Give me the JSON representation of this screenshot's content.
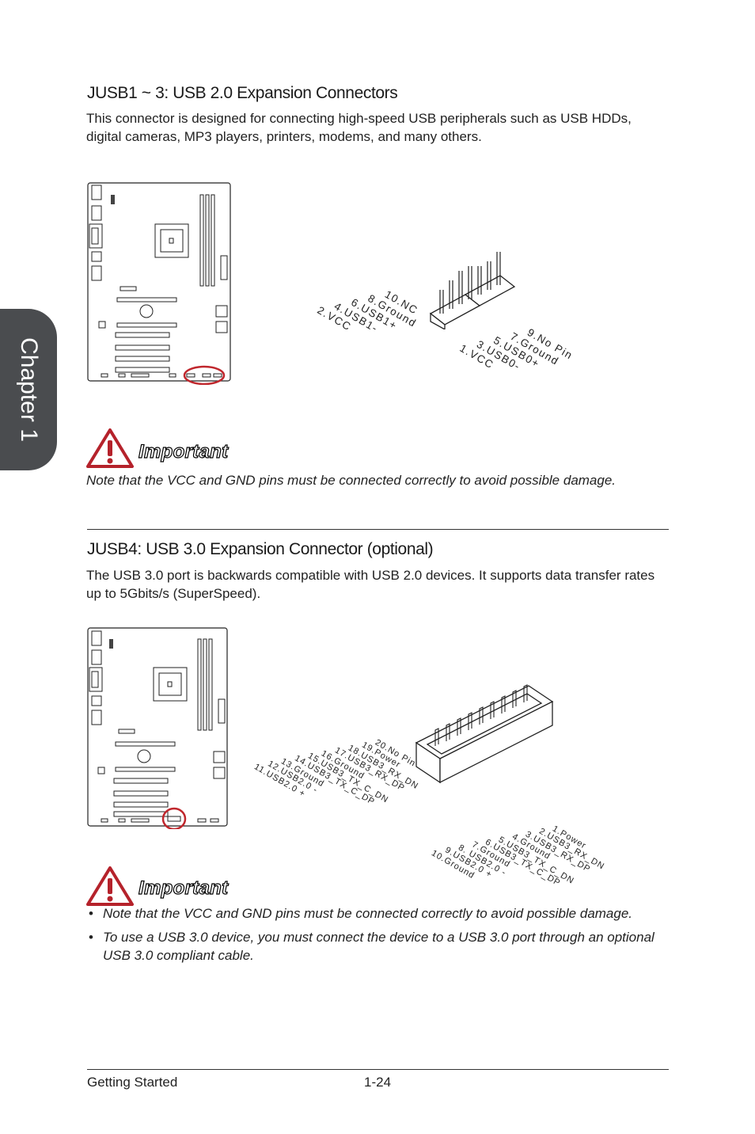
{
  "chapter_tab": "Chapter 1",
  "section1": {
    "heading": "JUSB1 ~ 3: USB 2.0 Expansion Connectors",
    "text": "This connector is designed for connecting high-speed USB peripherals such as USB HDDs, digital cameras, MP3 players, printers, modems, and many others.",
    "left_pins": [
      "10.NC",
      "8.Ground",
      "6.USB1+",
      "4.USB1-",
      "2.VCC"
    ],
    "right_pins": [
      "9.No Pin",
      "7.Ground",
      "5.USB0+",
      "3.USB0-",
      "1.VCC"
    ],
    "important_title": "Important",
    "important_text": "Note that the VCC and GND pins must be connected correctly to avoid possible damage."
  },
  "section2": {
    "heading": "JUSB4: USB 3.0 Expansion Connector (optional)",
    "text": "The USB 3.0 port is backwards compatible with USB 2.0 devices. It supports data transfer rates up to 5Gbits/s (SuperSpeed).",
    "left_pins": [
      "20.No Pin",
      "19.Power",
      "18.USB3_RX_DN",
      "17.USB3_RX_DP",
      "16.Ground",
      "15.USB3_TX_C_DN",
      "14.USB3_TX_C_DP",
      "13.Ground",
      "12.USB2.0 -",
      "11.USB2.0 +"
    ],
    "right_pins": [
      "1.Power",
      "2.USB3_RX_DN",
      "3.USB3_RX_DP",
      "4.Ground",
      "5.USB3_TX_C_DN",
      "6.USB3_TX_C_DP",
      "7.Ground",
      "8. USB2.0 -",
      "9.USB2.0 +",
      "10.Ground"
    ],
    "important_title": "Important",
    "notes": [
      "Note that the VCC and GND pins must be connected correctly to avoid possible damage.",
      "To use a USB 3.0 device, you must connect the device to a USB 3.0 port through an optional USB 3.0 compliant cable."
    ]
  },
  "footer": {
    "left": "Getting Started",
    "page": "1-24"
  },
  "colors": {
    "chapter_tab": "#4a4c4f",
    "highlight_circle": "#c0272d",
    "warning_red": "#b5222b"
  }
}
